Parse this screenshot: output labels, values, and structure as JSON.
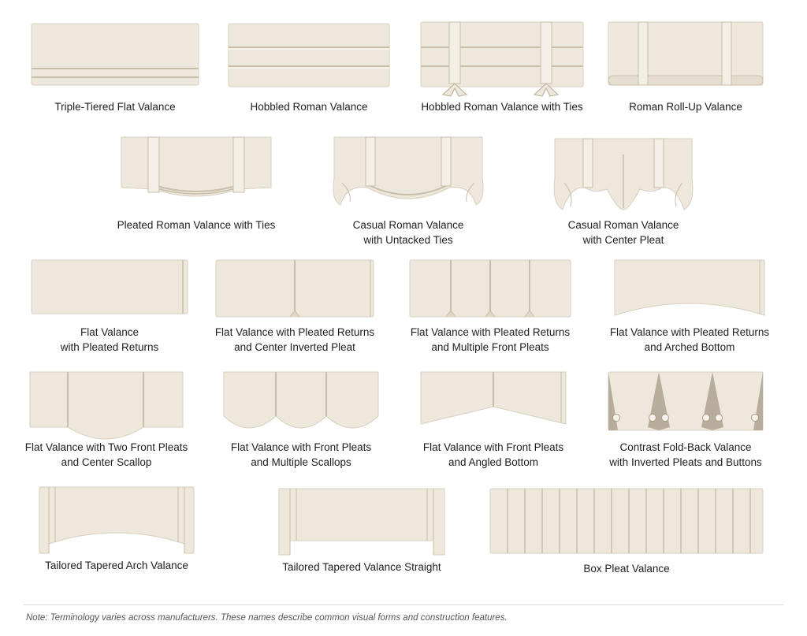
{
  "colors": {
    "fabric": "#eee7dc",
    "fabric_light": "#f3eee6",
    "fabric_shadow": "#d4cab9",
    "seam": "#c9bea9",
    "button": "#f6f2ea",
    "contrast_lining": "#b8ad9c"
  },
  "valances": [
    {
      "lines": [
        "Triple-Tiered Flat Valance"
      ]
    },
    {
      "lines": [
        "Hobbled Roman Valance"
      ]
    },
    {
      "lines": [
        "Hobbled Roman Valance with Ties"
      ]
    },
    {
      "lines": [
        "Roman Roll-Up Valance"
      ]
    },
    {
      "lines": [
        "Pleated Roman Valance with Ties"
      ]
    },
    {
      "lines": [
        "Casual Roman Valance",
        "with Untacked Ties"
      ]
    },
    {
      "lines": [
        "Casual Roman Valance",
        "with Center Pleat"
      ]
    },
    {
      "lines": [
        "Flat Valance",
        "with Pleated Returns"
      ]
    },
    {
      "lines": [
        "Flat Valance with Pleated Returns",
        "and Center  Inverted Pleat"
      ]
    },
    {
      "lines": [
        "Flat Valance with Pleated Returns",
        "and Multiple Front Pleats"
      ]
    },
    {
      "lines": [
        "Flat Valance with Pleated Returns",
        "and Arched Bottom"
      ]
    },
    {
      "lines": [
        "Flat Valance with Two Front Pleats",
        "and Center Scallop"
      ]
    },
    {
      "lines": [
        "Flat Valance with Front Pleats",
        "and Multiple Scallops"
      ]
    },
    {
      "lines": [
        "Flat Valance with Front Pleats",
        "and Angled Bottom"
      ]
    },
    {
      "lines": [
        "Contrast Fold-Back Valance",
        "with Inverted Pleats and Buttons"
      ]
    },
    {
      "lines": [
        "Tailored Tapered Arch Valance"
      ]
    },
    {
      "lines": [
        "Tailored Tapered Valance Straight"
      ]
    },
    {
      "lines": [
        "Box Pleat Valance"
      ]
    }
  ],
  "footnote": {
    "prefix": "Note:",
    "text": "Terminology varies across manufacturers. These names describe common visual forms and construction features."
  }
}
